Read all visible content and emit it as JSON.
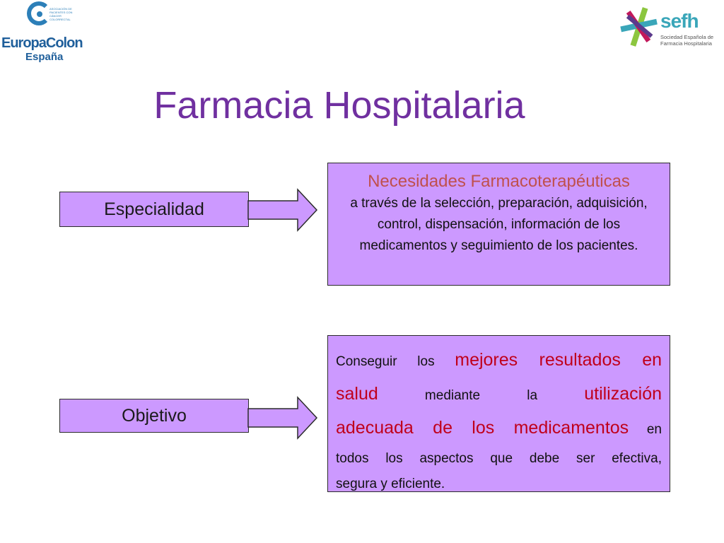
{
  "logos": {
    "left": {
      "association_text": "ASOCIACIÓN DE PACIENTES CON CÁNCER COLORRECTAL",
      "brand_line1": "EuropaColon",
      "brand_line2": "España",
      "color": "#1f5f9b"
    },
    "right": {
      "name": "sefh",
      "subtitle": "Sociedad Española de Farmacia Hospitalaria",
      "colors": [
        "#3aa6b9",
        "#8cc63f",
        "#c2185b",
        "#5b3a8c"
      ]
    }
  },
  "slide": {
    "title": "Farmacia Hospitalaria",
    "rows": [
      {
        "label": "Especialidad",
        "heading": "Necesidades Farmacoterapéuticas",
        "body": "a través de la selección, preparación, adquisición, control, dispensación, información de los medicamentos y seguimiento de los pacientes."
      },
      {
        "label": "Objetivo",
        "text": {
          "p1": "Conseguir los ",
          "h1": "mejores resultados en",
          "h2": "salud",
          "p2": " mediante la ",
          "h3": "utilización",
          "h4": "adecuada de los medicamentos",
          "p3": " en",
          "p4": "todos los aspectos que debe ser efectiva,",
          "p5": "segura y eficiente."
        }
      }
    ]
  },
  "colors": {
    "title": "#7030a0",
    "box_fill": "#cc99ff",
    "heading": "#c0504d",
    "highlight": "#c0001b"
  }
}
